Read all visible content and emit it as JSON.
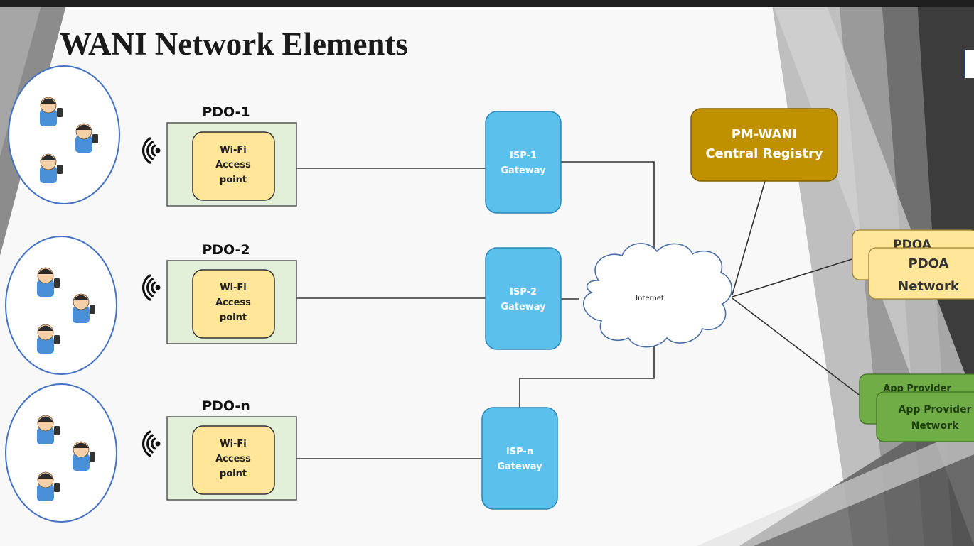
{
  "slide": {
    "title": "WANI Network Elements"
  },
  "pdos": [
    {
      "label": "PDO-1",
      "ap_line1": "Wi-Fi",
      "ap_line2": "Access",
      "ap_line3": "point"
    },
    {
      "label": "PDO-2",
      "ap_line1": "Wi-Fi",
      "ap_line2": "Access",
      "ap_line3": "point"
    },
    {
      "label": "PDO-n",
      "ap_line1": "Wi-Fi",
      "ap_line2": "Access",
      "ap_line3": "point"
    }
  ],
  "gateways": [
    {
      "line1": "ISP-1",
      "line2": "Gateway"
    },
    {
      "line1": "ISP-2",
      "line2": "Gateway"
    },
    {
      "line1": "ISP-n",
      "line2": "Gateway"
    }
  ],
  "internet": {
    "label": "Internet"
  },
  "registry": {
    "line1": "PM-WANI",
    "line2": "Central Registry"
  },
  "pdoa": {
    "back_label": "PDOA",
    "line1": "PDOA",
    "line2": "Network"
  },
  "app_provider": {
    "back_label": "App Provider",
    "line1": "App Provider",
    "line2": "Network"
  },
  "colors": {
    "pdo_box": "#e2efd9",
    "access_point": "#ffe699",
    "gateway": "#5bc0eb",
    "registry": "#bf9000",
    "pdoa": "#ffe699",
    "app_provider": "#70ad47",
    "users_circle_border": "#4472c4"
  }
}
